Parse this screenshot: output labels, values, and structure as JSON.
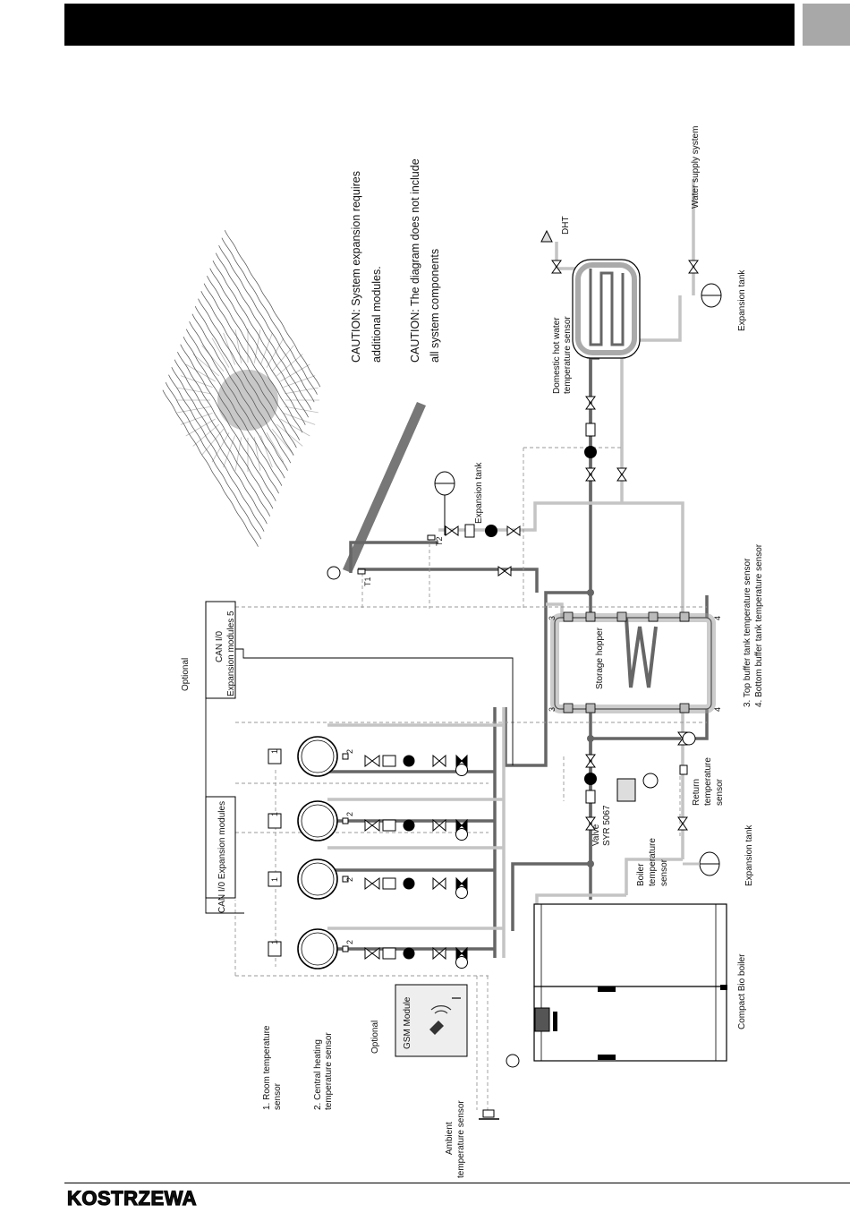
{
  "brand": {
    "logo_text": "KOSTRZEWA"
  },
  "captions": {
    "caution_expansion_1": "CAUTION: System expansion requires",
    "caution_expansion_2": "additional modules.",
    "caution_components_1": "CAUTION: The diagram does not include",
    "caution_components_2": "all system components",
    "water_supply": "Water supply system",
    "dht": "DHT",
    "expansion_tank": "Expansion tank",
    "dhw_sensor_1": "Domestic hot water",
    "dhw_sensor_2": "temperature sensor",
    "optional": "Optional",
    "can_io_1": "CAN I/0",
    "can_io_2": "Expansion modules 5",
    "can_io_modules": "CAN I/0 Expansion modules",
    "storage_hopper": "Storage hopper",
    "top_buffer": "3. Top buffer tank temperature sensor",
    "bottom_buffer": "4. Bottom buffer tank temperature sensor",
    "return_sensor_1": "Return",
    "return_sensor_2": "temperature",
    "return_sensor_3": "sensor",
    "valve_1": "Valve",
    "valve_2": "SYR 5067",
    "boiler_sensor_1": "Boiler",
    "boiler_sensor_2": "temperature",
    "boiler_sensor_3": "sensor",
    "compact_bio_boiler": "Compact Bio boiler",
    "gsm_module": "GSM Module",
    "room_sensor_1": "1. Room temperature",
    "room_sensor_2": "sensor",
    "ch_sensor_1": "2. Central heating",
    "ch_sensor_2": "temperature sensor",
    "ambient_1": "Ambient",
    "ambient_2": "temperature sensor",
    "t1": "T1",
    "t2": "T2",
    "num_1": "1",
    "num_2": "2",
    "num_3": "3",
    "num_4": "4",
    "num_5": "5"
  },
  "colors": {
    "pipe_dark": "#666666",
    "pipe_light": "#c4c4c4",
    "sun": "#c8c8c8",
    "header_bar": "#000000",
    "tab": "#a8a8a8"
  }
}
